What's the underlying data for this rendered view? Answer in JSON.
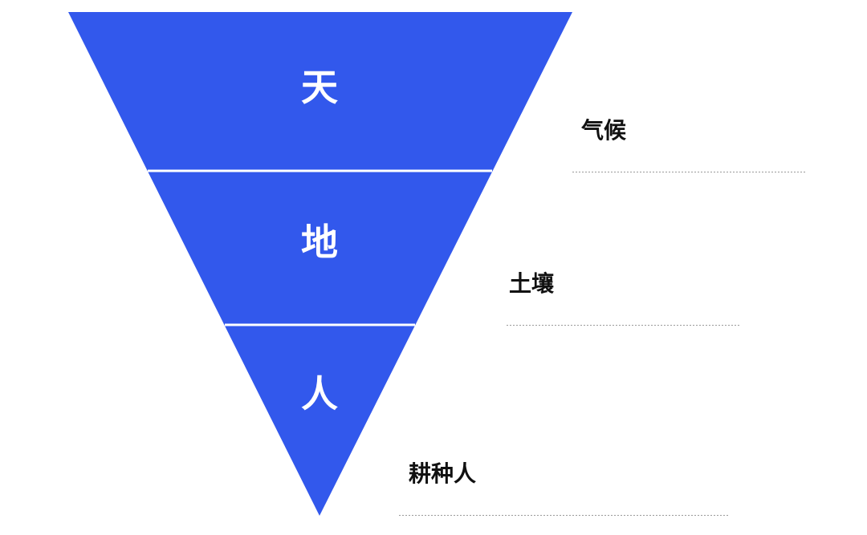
{
  "diagram": {
    "tiers": [
      {
        "label": "天",
        "annotation": "气候"
      },
      {
        "label": "地",
        "annotation": "土壤"
      },
      {
        "label": "人",
        "annotation": "耕种人"
      }
    ],
    "colors": {
      "fill": "#3258EC",
      "separator": "#ffffff",
      "annotation_text": "#111111",
      "dash_line": "#9a9a9a"
    }
  }
}
